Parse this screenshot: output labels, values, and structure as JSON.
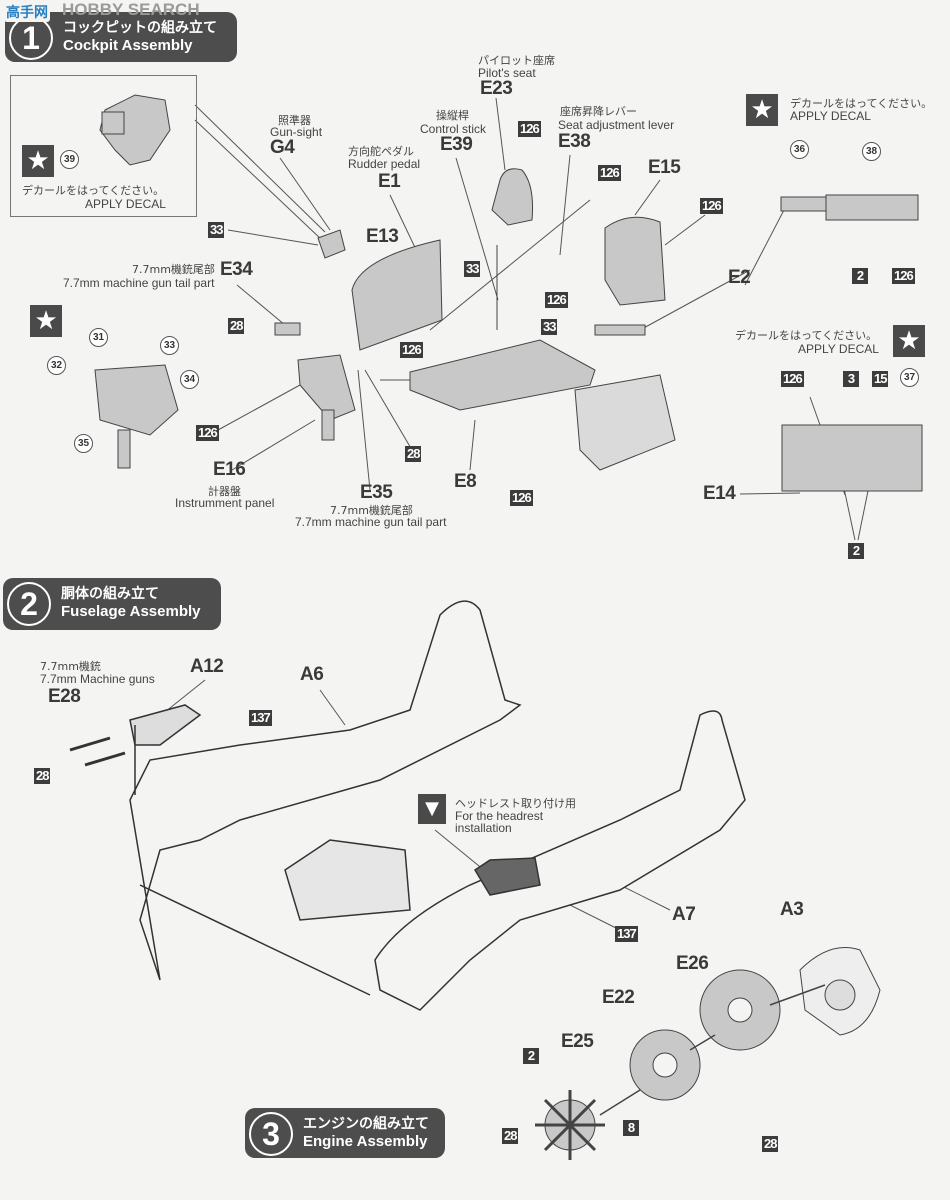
{
  "watermark": {
    "logo": "高手网",
    "text": "HOBBY SEARCH"
  },
  "steps": [
    {
      "number": "1",
      "title_jp": "コックピットの組み立て",
      "title_en": "Cockpit Assembly"
    },
    {
      "number": "2",
      "title_jp": "胴体の組み立て",
      "title_en": "Fuselage Assembly"
    },
    {
      "number": "3",
      "title_jp": "エンジンの組み立て",
      "title_en": "Engine Assembly"
    }
  ],
  "decal_note": {
    "jp": "デカールをはってください。",
    "en": "APPLY  DECAL",
    "icon": "star-icon"
  },
  "cockpit": {
    "gunsight": {
      "jp": "照準器",
      "en": "Gun-sight",
      "part": "G4"
    },
    "rudder": {
      "jp": "方向舵ペダル",
      "en": "Rudder pedal",
      "part": "E1"
    },
    "stick": {
      "jp": "操縦桿",
      "en": "Control stick",
      "part": "E39"
    },
    "seat": {
      "jp": "パイロット座席",
      "en": "Pilot's seat",
      "part": "E23"
    },
    "lever": {
      "jp": "座席昇降レバー",
      "en": "Seat adjustment lever",
      "part": "E38"
    },
    "gun_tail_1": {
      "jp": "7.7mm機銃尾部",
      "en": "7.7mm machine gun tail part",
      "part": "E34"
    },
    "gun_tail_2": {
      "jp": "7.7mm機銃尾部",
      "en": "7.7mm machine gun tail part",
      "part": "E35"
    },
    "panel": {
      "jp": "計器盤",
      "en": "Instrumment panel",
      "part": "E16"
    },
    "parts": {
      "e15": "E15",
      "e13": "E13",
      "e8": "E8",
      "e2": "E2",
      "e14": "E14"
    },
    "colors": {
      "c126": "126",
      "c33": "33",
      "c28": "28",
      "c2": "2",
      "c3": "3",
      "c15": "15"
    },
    "decals": {
      "d39": "39",
      "d31": "31",
      "d32": "32",
      "d33": "33",
      "d34": "34",
      "d35": "35",
      "d36": "36",
      "d38": "38",
      "d37": "37"
    }
  },
  "fuselage": {
    "guns": {
      "jp": "7.7mm機銃",
      "en": "7.7mm Machine guns",
      "part": "E28"
    },
    "parts": {
      "a12": "A12",
      "a6": "A6",
      "a7": "A7"
    },
    "colors": {
      "c137": "137",
      "c28": "28"
    },
    "headrest": {
      "jp": "ヘッドレスト取り付け用",
      "en1": "For the headrest",
      "en2": "installation",
      "icon": "drill-icon"
    }
  },
  "engine": {
    "parts": {
      "a3": "A3",
      "e26": "E26",
      "e22": "E22",
      "e25": "E25"
    },
    "colors": {
      "c2": "2",
      "c8": "8",
      "c28": "28"
    }
  },
  "colors": {
    "step_bg": "#4d4d4d",
    "color_box": "#3c3c3c",
    "part_fill": "#c8c8c8"
  }
}
